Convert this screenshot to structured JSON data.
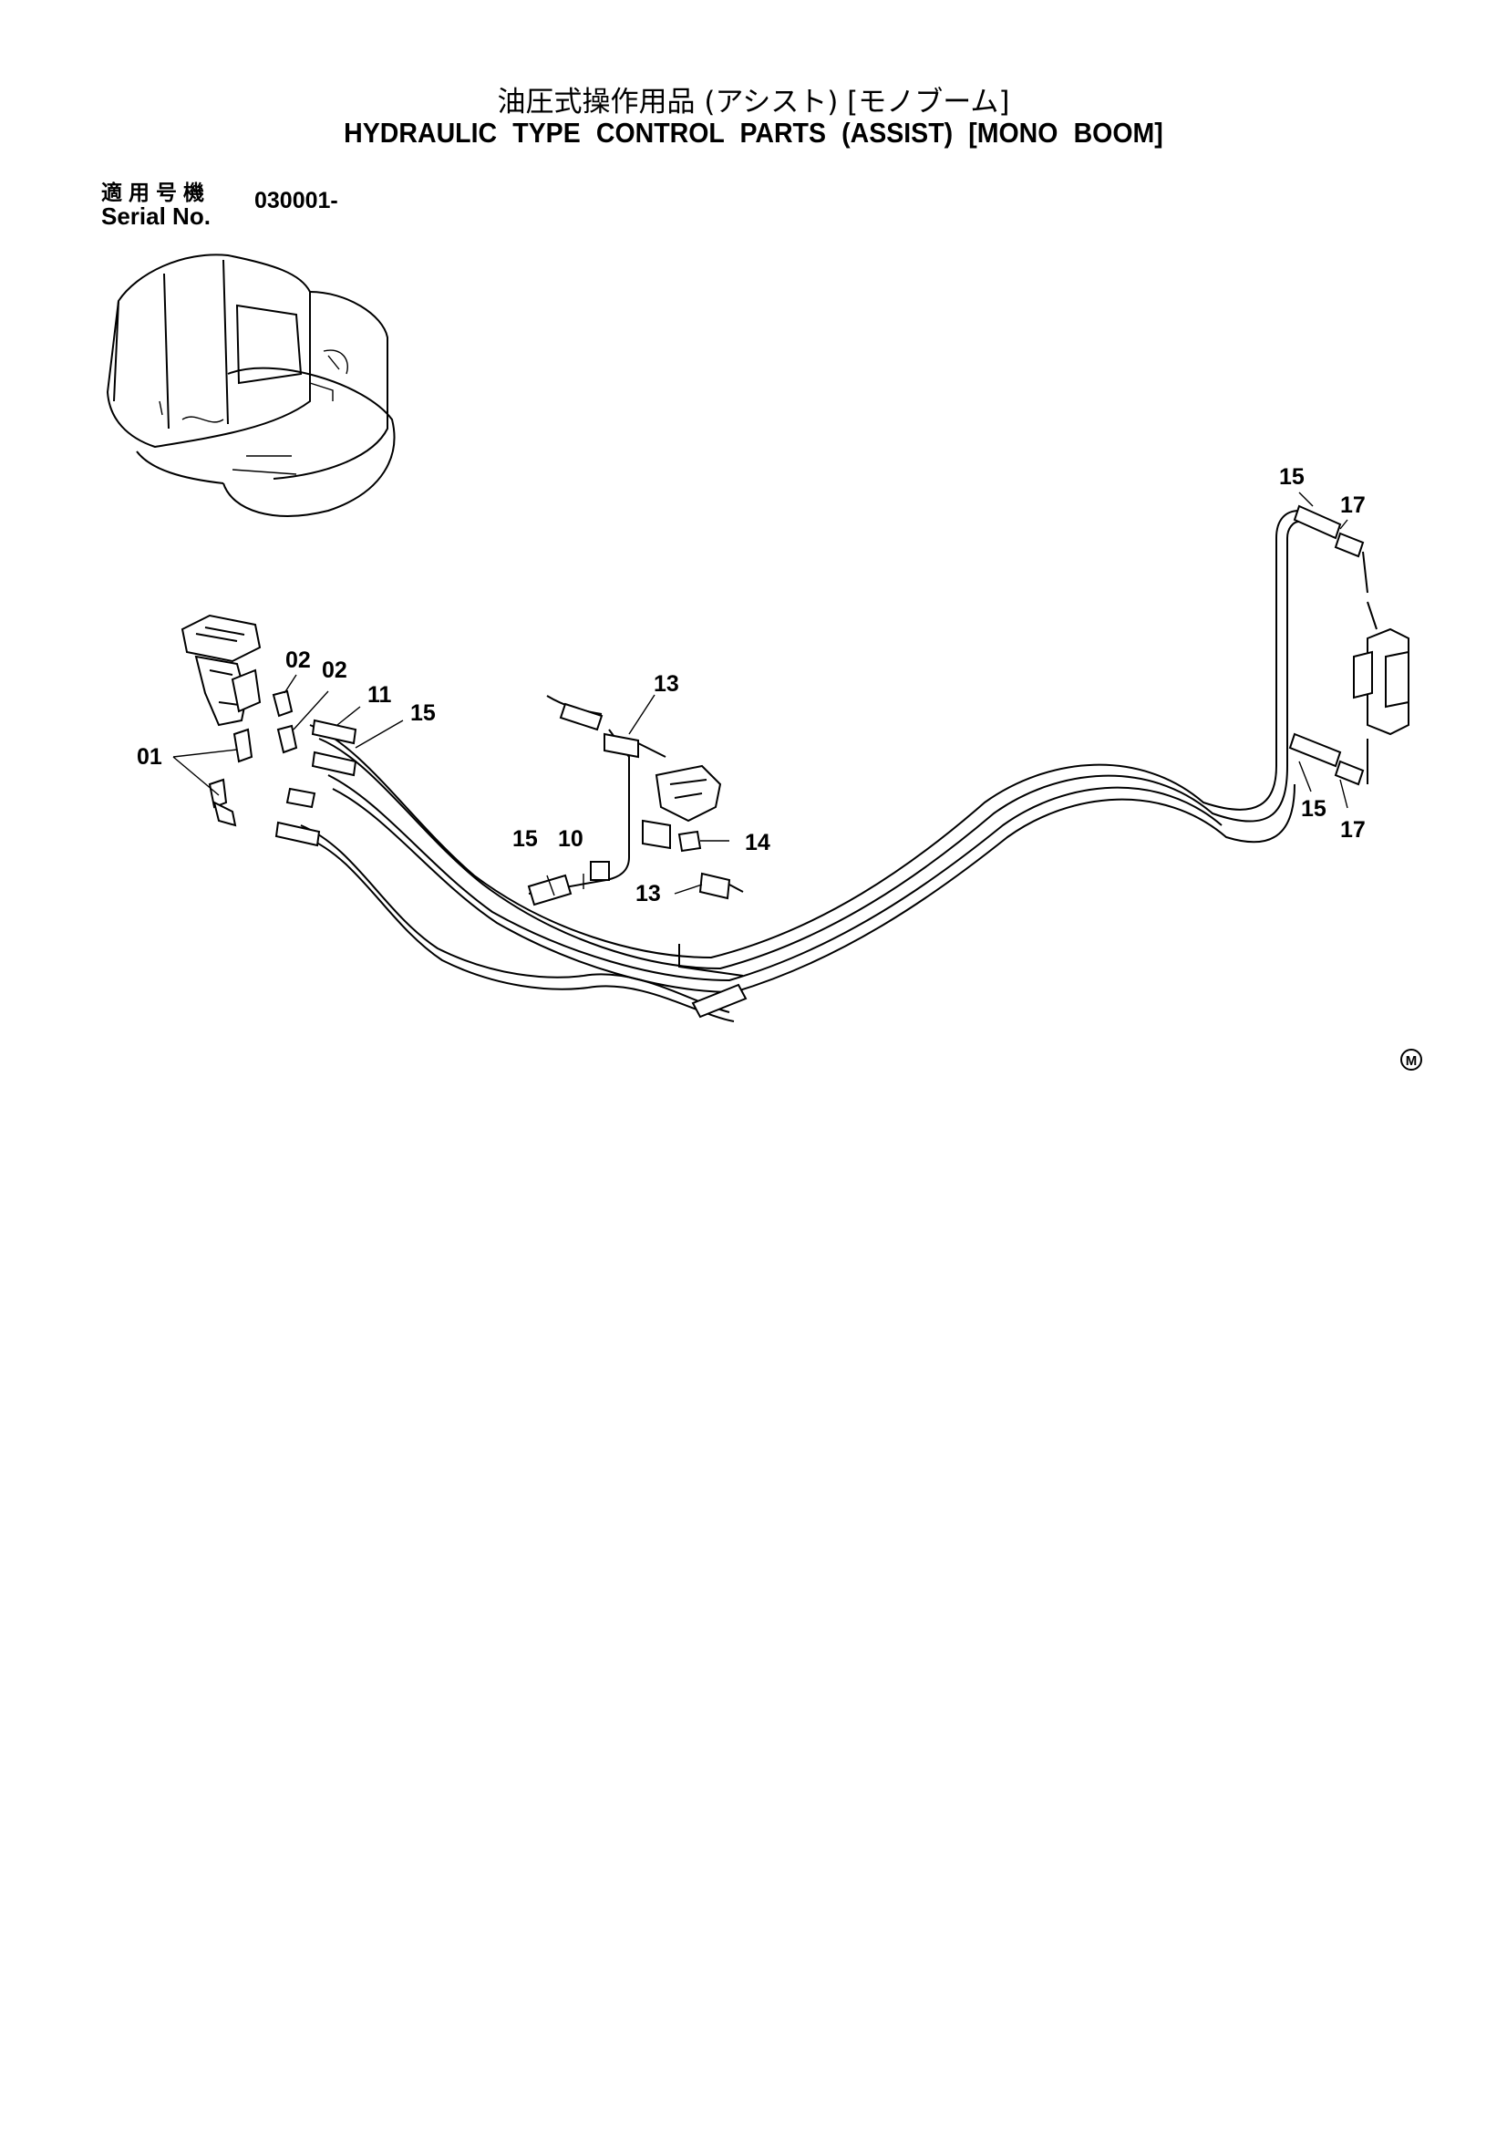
{
  "header": {
    "title_jp": "油圧式操作用品 (アシスト) [モノブーム]",
    "title_en": "HYDRAULIC TYPE CONTROL PARTS (ASSIST) [MONO BOOM]"
  },
  "serial": {
    "label_jp": "適用号機",
    "label_en": "Serial No.",
    "value": "030001-"
  },
  "callouts": {
    "c01": "01",
    "c02a": "02",
    "c02b": "02",
    "c11": "11",
    "c15a": "15",
    "c15b": "15",
    "c10": "10",
    "c13a": "13",
    "c13b": "13",
    "c14": "14",
    "c15c": "15",
    "c17a": "17",
    "c15d": "15",
    "c17b": "17"
  },
  "mark": "M"
}
